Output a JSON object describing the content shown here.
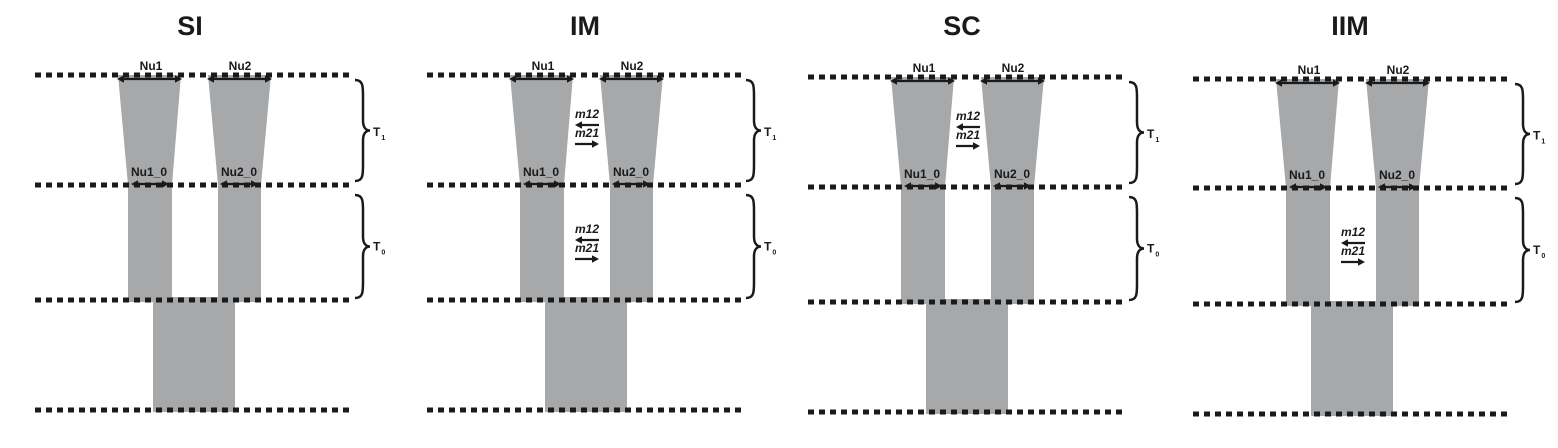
{
  "panels": [
    {
      "id": "si",
      "title": "SI",
      "pop1_size_label": "Nu1",
      "pop2_size_label": "Nu2",
      "pop1_initial_label": "Nu1_0",
      "pop2_initial_label": "Nu2_0",
      "epoch_recent_label": "T",
      "epoch_recent_sub": "1",
      "epoch_old_label": "T",
      "epoch_old_sub": "0",
      "migration_recent": [],
      "migration_old": []
    },
    {
      "id": "im",
      "title": "IM",
      "pop1_size_label": "Nu1",
      "pop2_size_label": "Nu2",
      "pop1_initial_label": "Nu1_0",
      "pop2_initial_label": "Nu2_0",
      "epoch_recent_label": "T",
      "epoch_recent_sub": "1",
      "epoch_old_label": "T",
      "epoch_old_sub": "0",
      "migration_recent": [
        "m12",
        "m21"
      ],
      "migration_old": [
        "m12",
        "m21"
      ]
    },
    {
      "id": "sc",
      "title": "SC",
      "pop1_size_label": "Nu1",
      "pop2_size_label": "Nu2",
      "pop1_initial_label": "Nu1_0",
      "pop2_initial_label": "Nu2_0",
      "epoch_recent_label": "T",
      "epoch_recent_sub": "1",
      "epoch_old_label": "T",
      "epoch_old_sub": "0",
      "migration_recent": [
        "m12",
        "m21"
      ],
      "migration_old": []
    },
    {
      "id": "iim",
      "title": "IIM",
      "pop1_size_label": "Nu1",
      "pop2_size_label": "Nu2",
      "pop1_initial_label": "Nu1_0",
      "pop2_initial_label": "Nu2_0",
      "epoch_recent_label": "T",
      "epoch_recent_sub": "1",
      "epoch_old_label": "T",
      "epoch_old_sub": "0",
      "migration_recent": [],
      "migration_old": [
        "m12",
        "m21"
      ]
    }
  ],
  "colors": {
    "population_fill": "#a7a8aa",
    "ink": "#1a1a1a",
    "background": "#ffffff"
  }
}
